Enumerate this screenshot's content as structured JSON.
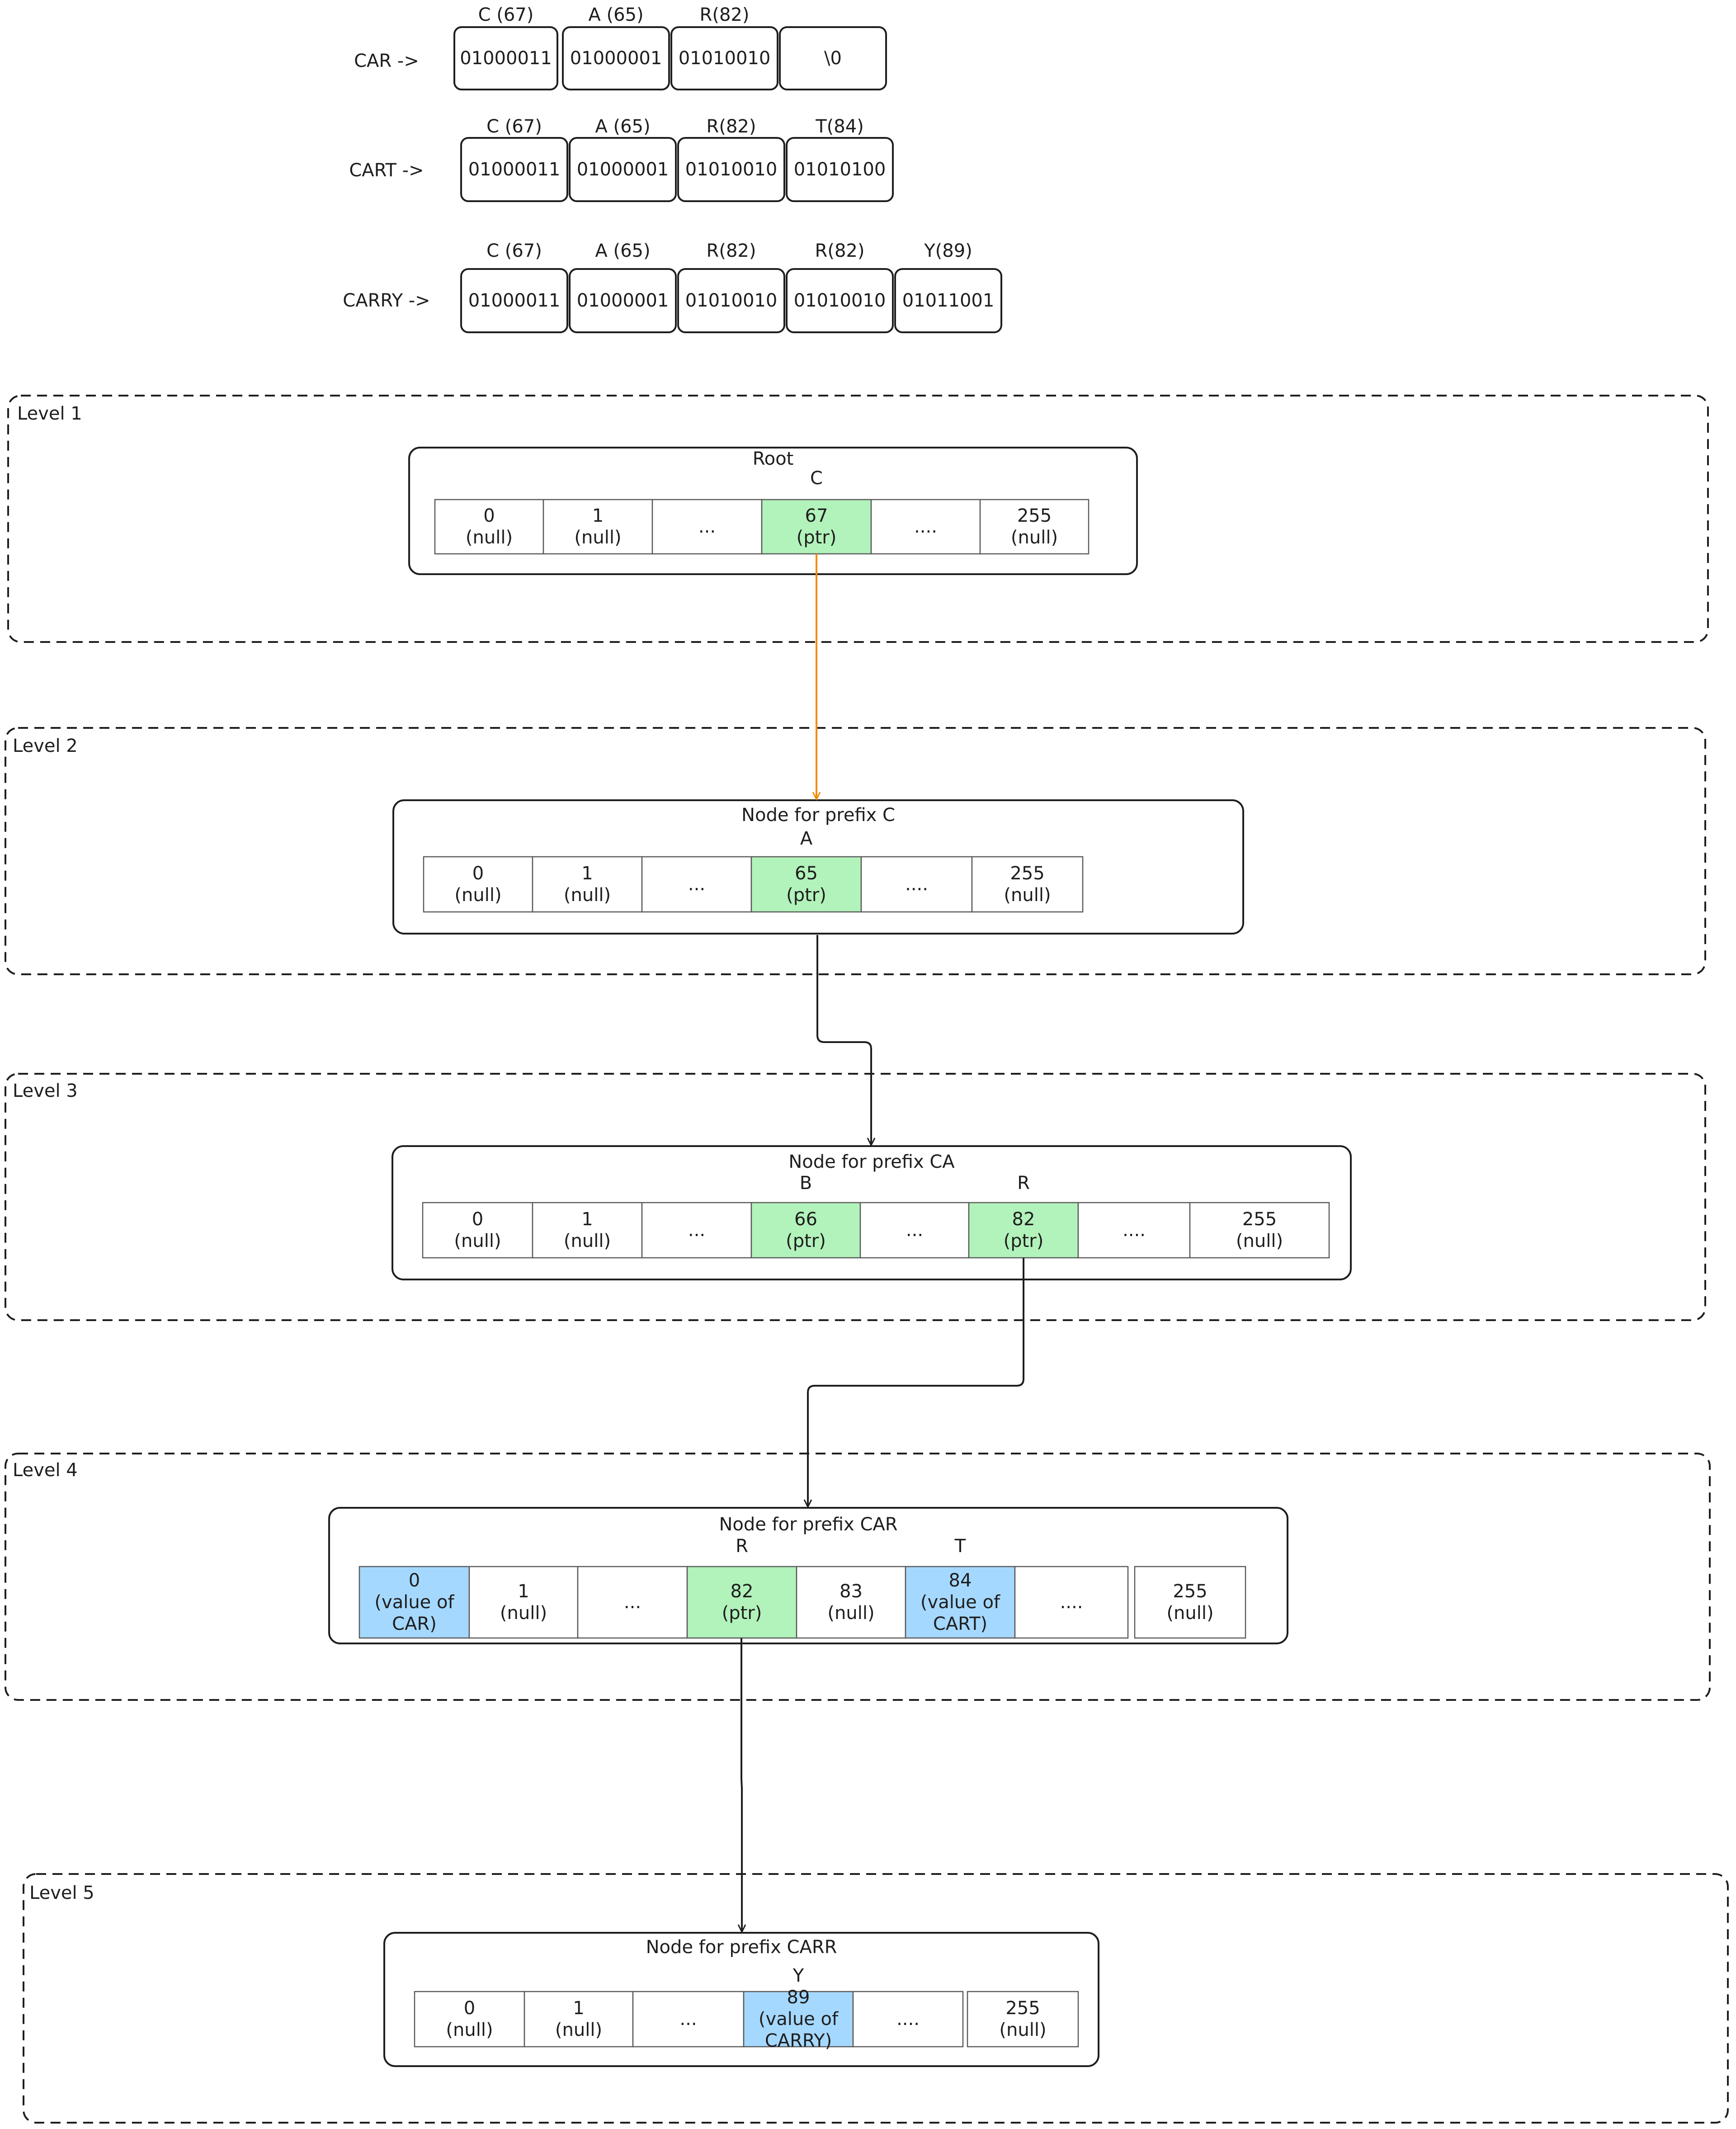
{
  "palette": {
    "ink": "#1e1e1e",
    "ptr_fill": "#b2f2bb",
    "value_fill": "#a5d8ff",
    "orange_edge": "#f08c00"
  },
  "words": [
    {
      "name": "CAR ->",
      "bytes": [
        {
          "label": "C (67)",
          "bits": "01000011"
        },
        {
          "label": "A (65)",
          "bits": "01000001"
        },
        {
          "label": "R(82)",
          "bits": "01010010"
        },
        {
          "label": "",
          "bits": "\\0"
        }
      ]
    },
    {
      "name": "CART ->",
      "bytes": [
        {
          "label": "C (67)",
          "bits": "01000011"
        },
        {
          "label": "A (65)",
          "bits": "01000001"
        },
        {
          "label": "R(82)",
          "bits": "01010010"
        },
        {
          "label": "T(84)",
          "bits": "01010100"
        }
      ]
    },
    {
      "name": "CARRY ->",
      "bytes": [
        {
          "label": "C (67)",
          "bits": "01000011"
        },
        {
          "label": "A (65)",
          "bits": "01000001"
        },
        {
          "label": "R(82)",
          "bits": "01010010"
        },
        {
          "label": "R(82)",
          "bits": "01010010"
        },
        {
          "label": "Y(89)",
          "bits": "01011001"
        }
      ]
    }
  ],
  "levels": [
    {
      "label": "Level 1",
      "node": {
        "title": "Root",
        "cells": [
          {
            "top": "",
            "lines": [
              "0",
              "(null)"
            ],
            "kind": "plain"
          },
          {
            "top": "",
            "lines": [
              "1",
              "(null)"
            ],
            "kind": "plain"
          },
          {
            "top": "",
            "lines": [
              "..."
            ],
            "kind": "plain"
          },
          {
            "top": "C",
            "lines": [
              "67",
              "(ptr)"
            ],
            "kind": "ptr"
          },
          {
            "top": "",
            "lines": [
              "...."
            ],
            "kind": "plain"
          },
          {
            "top": "",
            "lines": [
              "255",
              "(null)"
            ],
            "kind": "plain"
          }
        ]
      }
    },
    {
      "label": "Level 2",
      "node": {
        "title": "Node for prefix C",
        "cells": [
          {
            "top": "",
            "lines": [
              "0",
              "(null)"
            ],
            "kind": "plain"
          },
          {
            "top": "",
            "lines": [
              "1",
              "(null)"
            ],
            "kind": "plain"
          },
          {
            "top": "",
            "lines": [
              "..."
            ],
            "kind": "plain"
          },
          {
            "top": "A",
            "lines": [
              "65",
              "(ptr)"
            ],
            "kind": "ptr"
          },
          {
            "top": "",
            "lines": [
              "...."
            ],
            "kind": "plain"
          },
          {
            "top": "",
            "lines": [
              "255",
              "(null)"
            ],
            "kind": "plain"
          }
        ]
      }
    },
    {
      "label": "Level 3",
      "node": {
        "title": "Node for prefix CA",
        "cells": [
          {
            "top": "",
            "lines": [
              "0",
              "(null)"
            ],
            "kind": "plain"
          },
          {
            "top": "",
            "lines": [
              "1",
              "(null)"
            ],
            "kind": "plain"
          },
          {
            "top": "",
            "lines": [
              "..."
            ],
            "kind": "plain"
          },
          {
            "top": "B",
            "lines": [
              "66",
              "(ptr)"
            ],
            "kind": "ptr"
          },
          {
            "top": "",
            "lines": [
              "..."
            ],
            "kind": "plain"
          },
          {
            "top": "R",
            "lines": [
              "82",
              "(ptr)"
            ],
            "kind": "ptr"
          },
          {
            "top": "",
            "lines": [
              "...."
            ],
            "kind": "plain"
          },
          {
            "top": "",
            "lines": [
              "255",
              "(null)"
            ],
            "kind": "plain"
          }
        ]
      }
    },
    {
      "label": "Level 4",
      "node": {
        "title": "Node for prefix CAR",
        "cells": [
          {
            "top": "",
            "lines": [
              "0",
              "(value of",
              "CAR)"
            ],
            "kind": "value"
          },
          {
            "top": "",
            "lines": [
              "1",
              "(null)"
            ],
            "kind": "plain"
          },
          {
            "top": "",
            "lines": [
              "..."
            ],
            "kind": "plain"
          },
          {
            "top": "R",
            "lines": [
              "82",
              "(ptr)"
            ],
            "kind": "ptr"
          },
          {
            "top": "",
            "lines": [
              "83",
              "(null)"
            ],
            "kind": "plain"
          },
          {
            "top": "T",
            "lines": [
              "84",
              "(value of",
              "CART)"
            ],
            "kind": "value"
          },
          {
            "top": "",
            "lines": [
              "...."
            ],
            "kind": "plain"
          },
          {
            "top": "",
            "lines": [
              "255",
              "(null)"
            ],
            "kind": "plain"
          }
        ]
      }
    },
    {
      "label": "Level 5",
      "node": {
        "title": "Node for prefix CARR",
        "cells": [
          {
            "top": "",
            "lines": [
              "0",
              "(null)"
            ],
            "kind": "plain"
          },
          {
            "top": "",
            "lines": [
              "1",
              "(null)"
            ],
            "kind": "plain"
          },
          {
            "top": "",
            "lines": [
              "..."
            ],
            "kind": "plain"
          },
          {
            "top": "Y",
            "lines": [
              "89",
              "(value of",
              "CARRY)"
            ],
            "kind": "value"
          },
          {
            "top": "",
            "lines": [
              "...."
            ],
            "kind": "plain"
          },
          {
            "top": "",
            "lines": [
              "255",
              "(null)"
            ],
            "kind": "plain"
          }
        ]
      }
    }
  ]
}
